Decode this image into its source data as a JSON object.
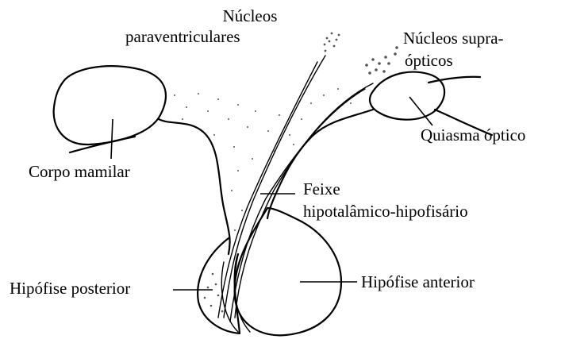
{
  "labels": {
    "paraventricular_line1": "Núcleos",
    "paraventricular_line2": "paraventriculares",
    "supraoptic_line1": "Núcleos supra-",
    "supraoptic_line2": "ópticos",
    "optic_chiasm": "Quiasma óptico",
    "mammillary_body": "Corpo mamilar",
    "tract_line1": "Feixe",
    "tract_line2": "hipotalâmico-hipofisário",
    "posterior_pituitary": "Hipófise posterior",
    "anterior_pituitary": "Hipófise anterior"
  }
}
